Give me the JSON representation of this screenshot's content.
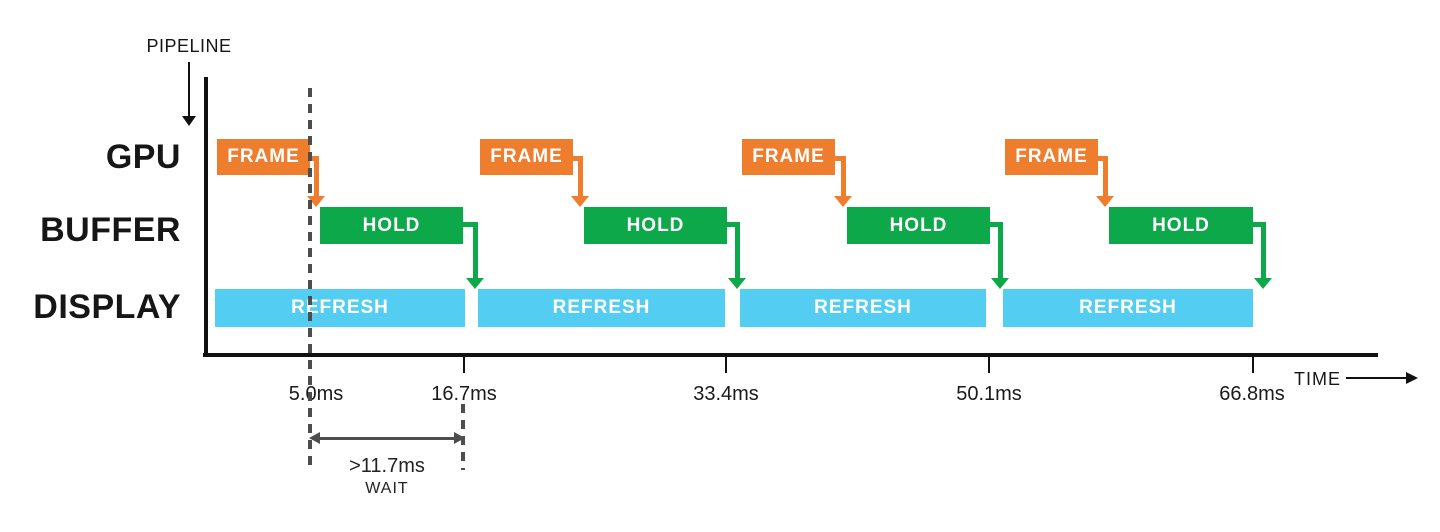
{
  "pipeline": {
    "label": "PIPELINE"
  },
  "rows": {
    "gpu": {
      "label": "GPU"
    },
    "buffer": {
      "label": "BUFFER"
    },
    "display": {
      "label": "DISPLAY"
    }
  },
  "boxes": {
    "frames": [
      {
        "label": "FRAME"
      },
      {
        "label": "FRAME"
      },
      {
        "label": "FRAME"
      },
      {
        "label": "FRAME"
      }
    ],
    "holds": [
      {
        "label": "HOLD"
      },
      {
        "label": "HOLD"
      },
      {
        "label": "HOLD"
      },
      {
        "label": "HOLD"
      }
    ],
    "refreshes": [
      {
        "label": "REFRESH"
      },
      {
        "label": "REFRESH"
      },
      {
        "label": "REFRESH"
      },
      {
        "label": "REFRESH"
      }
    ]
  },
  "axis": {
    "time_label": "TIME",
    "ticks": [
      "5.0ms",
      "16.7ms",
      "33.4ms",
      "50.1ms",
      "66.8ms"
    ]
  },
  "wait": {
    "duration": ">11.7ms",
    "label": "WAIT"
  },
  "colors": {
    "frame": "#EF7D2E",
    "hold": "#0DA84A",
    "refresh": "#53CEF2",
    "dash": "#4D4D4D",
    "axis": "#111111"
  }
}
